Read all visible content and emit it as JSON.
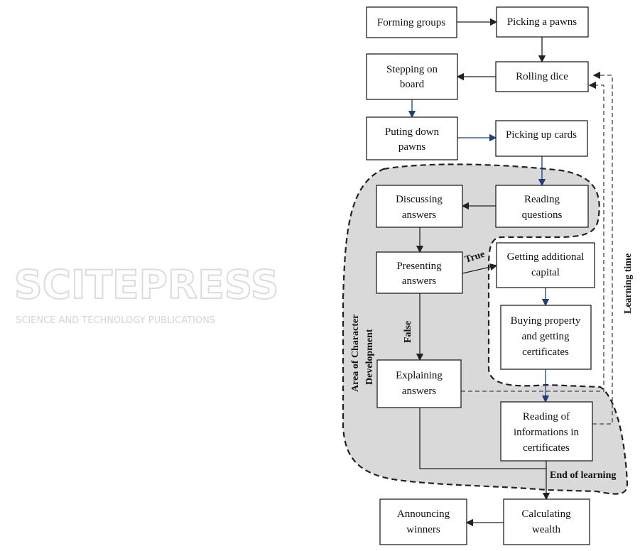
{
  "watermark": {
    "line1": "SCITEPRESS",
    "line2": "SCIENCE AND TECHNOLOGY PUBLICATIONS"
  },
  "colors": {
    "region_fill": "#d9d9d9",
    "blue_arrow": "#1f3f7a",
    "black_arrow": "#222222"
  },
  "nodes": {
    "forming_groups": [
      "Forming groups"
    ],
    "picking_pawns": [
      "Picking a pawns"
    ],
    "stepping_board": [
      "Stepping on",
      "board"
    ],
    "rolling_dice": [
      "Rolling dice"
    ],
    "puting_pawns": [
      "Puting down",
      "pawns"
    ],
    "picking_cards": [
      "Picking up cards"
    ],
    "discussing": [
      "Discussing",
      "answers"
    ],
    "reading_questions": [
      "Reading",
      "questions"
    ],
    "presenting": [
      "Presenting",
      "answers"
    ],
    "additional_capital": [
      "Getting additional",
      "capital"
    ],
    "buying_property": [
      "Buying property",
      "and getting",
      "certificates"
    ],
    "explaining": [
      "Explaining",
      "answers"
    ],
    "reading_info": [
      "Reading of",
      "informations in",
      "certificates"
    ],
    "calculating": [
      "Calculating",
      "wealth"
    ],
    "announcing": [
      "Announcing",
      "winners"
    ]
  },
  "labels": {
    "true": "True",
    "false": "False",
    "area": [
      "Area of Character",
      "Development"
    ],
    "learning_time": "Learning time",
    "end_learning": "End of learning"
  }
}
